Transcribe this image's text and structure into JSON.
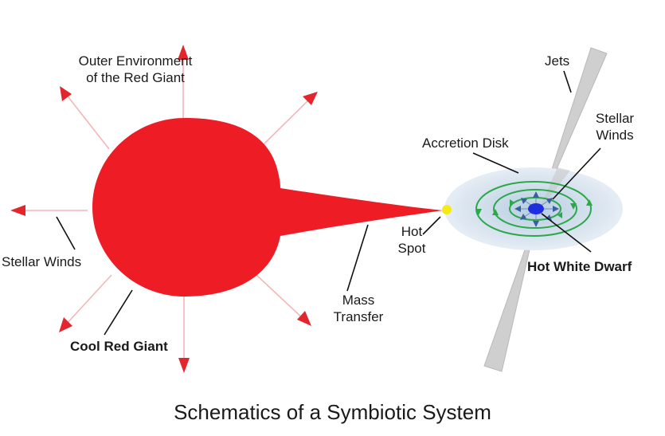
{
  "title": "Schematics of a Symbiotic System",
  "labels": {
    "outer_env": "Outer Environment of the Red Giant",
    "stellar_winds_left": "Stellar Winds",
    "cool_red_giant": "Cool Red Giant",
    "mass_transfer": "Mass Transfer",
    "hot_spot": "Hot Spot",
    "accretion_disk": "Accretion Disk",
    "jets": "Jets",
    "stellar_winds_right": "Stellar Winds",
    "hot_white_dwarf": "Hot White Dwarf"
  },
  "colors": {
    "red_giant": "#ee1c25",
    "wind_line": "#f4b6b9",
    "wind_arrow": "#e3262d",
    "hot_spot": "#f5ea14",
    "disk": "#d9e5f0",
    "disk_orbit": "#2aa84a",
    "white_dwarf": "#1f2de0",
    "wd_winds": "#3a5fa0",
    "jets": "#cccccc",
    "leader": "#111111"
  }
}
